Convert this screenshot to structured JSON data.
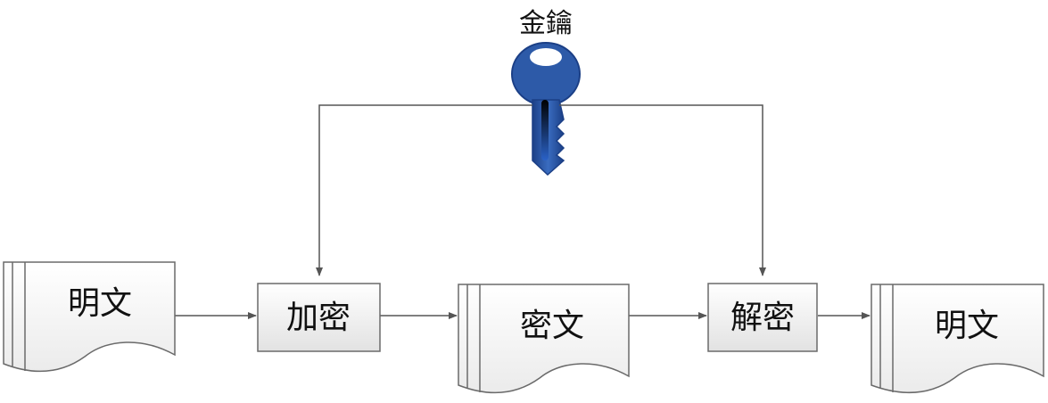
{
  "key": {
    "label": "金鑰",
    "icon": "key-icon"
  },
  "nodes": {
    "plaintext_in": {
      "label": "明文",
      "shape": "document"
    },
    "encrypt": {
      "label": "加密",
      "shape": "process"
    },
    "ciphertext": {
      "label": "密文",
      "shape": "document"
    },
    "decrypt": {
      "label": "解密",
      "shape": "process"
    },
    "plaintext_out": {
      "label": "明文",
      "shape": "document"
    }
  },
  "edges": [
    {
      "from": "plaintext_in",
      "to": "encrypt"
    },
    {
      "from": "encrypt",
      "to": "ciphertext"
    },
    {
      "from": "ciphertext",
      "to": "decrypt"
    },
    {
      "from": "decrypt",
      "to": "plaintext_out"
    },
    {
      "from": "key",
      "to": "encrypt"
    },
    {
      "from": "key",
      "to": "decrypt"
    }
  ],
  "colors": {
    "stroke": "#555555",
    "box_fill_top": "#ffffff",
    "box_fill_bottom": "#e4e4e4",
    "key_blue": "#2d5aa8",
    "key_blue_dark": "#1b3f86"
  }
}
